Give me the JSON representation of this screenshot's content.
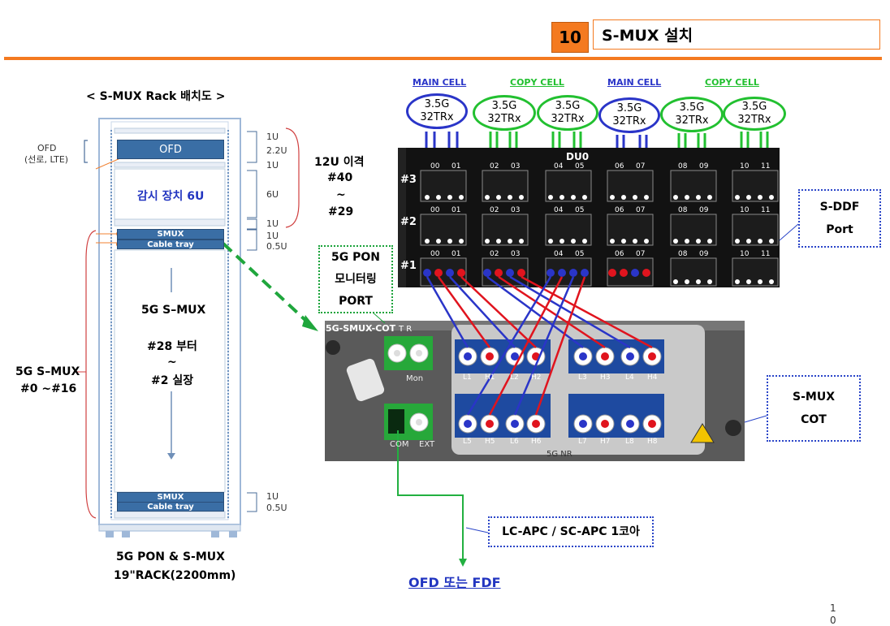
{
  "header": {
    "number": "10",
    "title": "S-MUX 설치"
  },
  "rack": {
    "title": "< S-MUX Rack 배치도 >",
    "ofd_side_label": [
      "OFD",
      "(선로, LTE)"
    ],
    "ofd_unit": "OFD",
    "monitor_unit": "감시 장치 6U",
    "smux_top": "SMUX",
    "cable_tray_top": "Cable tray",
    "smux_bottom": "SMUX",
    "cable_tray_bottom": "Cable tray",
    "inner_text": [
      "5G S–MUX",
      "#28 부터",
      "~",
      "#2 실장"
    ],
    "side_left": [
      "5G S–MUX",
      "#0 ~#16"
    ],
    "units_top": [
      "1U",
      "2.2U",
      "1U",
      "6U",
      "1U",
      "1U",
      "0.5U"
    ],
    "units_bottom": [
      "1U",
      "0.5U"
    ],
    "gap_label": [
      "12U 이격",
      "#40",
      "~",
      "#29"
    ],
    "footer": [
      "5G PON & S-MUX",
      "19\"RACK(2200mm)"
    ]
  },
  "cells": [
    {
      "label": "MAIN CELL",
      "color": "#2a35c8"
    },
    {
      "label": "COPY CELL",
      "color": "#22c030"
    },
    {
      "label": "MAIN CELL",
      "color": "#2a35c8"
    },
    {
      "label": "COPY CELL",
      "color": "#22c030"
    }
  ],
  "trx": [
    {
      "l1": "3.5G",
      "l2": "32TRx",
      "color": "#2a35c8"
    },
    {
      "l1": "3.5G",
      "l2": "32TRx",
      "color": "#22c030"
    },
    {
      "l1": "3.5G",
      "l2": "32TRx",
      "color": "#22c030"
    },
    {
      "l1": "3.5G",
      "l2": "32TRx",
      "color": "#2a35c8"
    },
    {
      "l1": "3.5G",
      "l2": "32TRx",
      "color": "#22c030"
    },
    {
      "l1": "3.5G",
      "l2": "32TRx",
      "color": "#22c030"
    }
  ],
  "ddf": {
    "du_label": "DU0",
    "rows": [
      "#3",
      "#2",
      "#1"
    ],
    "port_pairs": [
      [
        "00",
        "01"
      ],
      [
        "02",
        "03"
      ],
      [
        "04",
        "05"
      ],
      [
        "06",
        "07"
      ],
      [
        "08",
        "09"
      ],
      [
        "10",
        "11"
      ]
    ],
    "top_pairs": [
      [
        "00",
        "01"
      ],
      [
        "02",
        "03"
      ],
      [
        "04",
        "05"
      ],
      [
        "06",
        "07"
      ],
      [
        "08",
        "09"
      ],
      [
        "10",
        "11"
      ]
    ]
  },
  "callouts": {
    "sddf": [
      "S-DDF",
      "Port"
    ],
    "pon": [
      "5G PON",
      "모니터링",
      "PORT"
    ],
    "cot": [
      "S-MUX",
      "COT"
    ],
    "connector": "LC-APC / SC-APC 1코아"
  },
  "cot": {
    "label": "5G-SMUX-COT",
    "mon": "Mon",
    "com": "COM",
    "ext": "EXT",
    "nr": "5G NR",
    "top_ports": [
      "L1",
      "H1",
      "L2",
      "H2",
      "L3",
      "H3",
      "L4",
      "H4"
    ],
    "bottom_ports": [
      "L5",
      "H5",
      "L6",
      "H6",
      "L7",
      "H7",
      "L8",
      "H8"
    ],
    "tr": "T R"
  },
  "ofd_fdf": "OFD 또는 FDF",
  "page_number": [
    "1",
    "0"
  ],
  "colors": {
    "accent": "#f47a20",
    "blue": "#2a35c8",
    "green": "#22c030",
    "red": "#e0141e"
  }
}
